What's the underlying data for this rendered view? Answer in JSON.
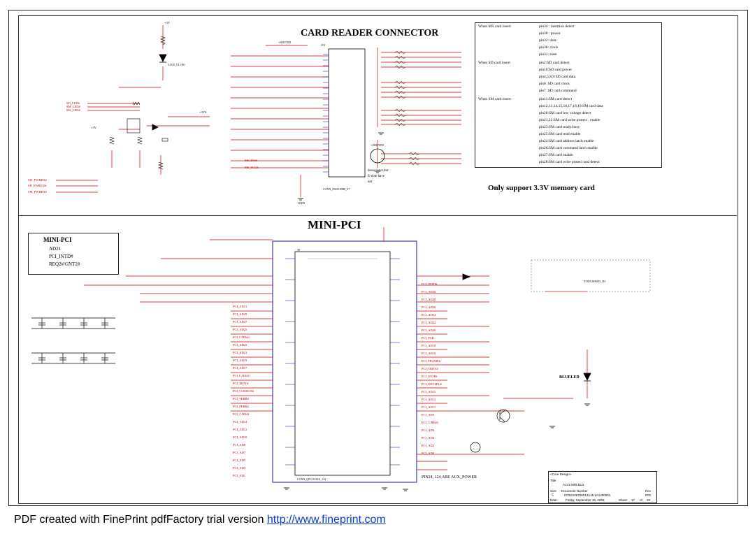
{
  "card_reader": {
    "title": "CARD READER CONNECTOR",
    "support_note": "Only support 3.3V memory card",
    "connector_ref": "J13",
    "connector_part": "CONN_PS61185B0_27",
    "fuse_note": [
      "dossa have,but",
      "E-note have",
      "not"
    ],
    "notes": [
      {
        "mode": "When MS card insert",
        "lines": [
          "pin34 : insertion detect",
          "pin30 : power",
          "pin32: data",
          "pin36: clock",
          "pin31: state"
        ]
      },
      {
        "mode": "When SD card insert",
        "lines": [
          "pin2:SD card detect",
          "pin10:SD card power",
          "pin4,5,8,9:SD card data",
          "pin6 :SD card clock",
          "pin7 :SD card command"
        ]
      },
      {
        "mode": "When SM card insert",
        "lines": [
          "pin11:SM card detect",
          "pin12,13,14,15,16,17,18,19:SM card data",
          "pin20:SM card low voltage detect",
          "pin21,22:SM card write protect , enable",
          "pin23:SM card ready/busy",
          "pin25:SM card read enable",
          "pin24:SM card address latch enable",
          "pin26:SM card command latch enable",
          "pin27:SM card enable",
          "pin28:SM card write protect seal detect"
        ]
      }
    ],
    "led_label": "LED_CL190",
    "power_labels": [
      "+3V",
      "+3VS",
      "+SDVDD",
      "+SMVDD",
      "GND"
    ],
    "signal_labels": [
      "MS_PWREN#",
      "SD_PWREN#",
      "SM_PWREN#",
      "SD_LED#",
      "SM_LED#",
      "MS_LED#",
      "MS_INS#",
      "MS_SCLK"
    ]
  },
  "mini_pci": {
    "title": "MINI-PCI",
    "box_title": "MINI-PCI",
    "box_lines": [
      "AD21",
      "PCI_INTD#",
      "REQ2#/GNT2#"
    ],
    "connector_ref": "J8",
    "connector_part": "CONN_QPCI1242A_124",
    "blue_led": "BLUELED",
    "aux_note": "PIN24, 124 ARE AUX_POWER",
    "touchpad": "TOUCHPAD_IO",
    "left_signals": [
      "PCI_AD31",
      "PCI_AD29",
      "PCI_AD27",
      "PCI_AD25",
      "PCI_C/BE#3",
      "PCI_AD23",
      "PCI_AD21",
      "PCI_AD19",
      "PCI_AD17",
      "PCI_C/BE#2",
      "PCI_IRDY#",
      "PCI_CLKRUN#",
      "PCI_SERR#",
      "PCI_PERR#",
      "PCI_C/BE#1",
      "PCI_AD14",
      "PCI_AD12",
      "PCI_AD10",
      "PCI_AD8",
      "PCI_AD7",
      "PCI_AD5",
      "PCI_AD3",
      "PCI_AD1"
    ],
    "right_signals": [
      "PCI_INTD#",
      "PCI_AD30",
      "PCI_AD28",
      "PCI_AD26",
      "PCI_AD24",
      "PCI_AD22",
      "PCI_AD20",
      "PCI_PAR",
      "PCI_AD18",
      "PCI_AD16",
      "PCI_FRAME#",
      "PCI_TRDY#",
      "PCI_STOP#",
      "PCI_DEVSEL#",
      "PCI_AD15",
      "PCI_AD13",
      "PCI_AD11",
      "PCI_AD9",
      "PCI_C/BE#0",
      "PCI_AD6",
      "PCI_AD4",
      "PCI_AD2",
      "PCI_AD0"
    ]
  },
  "title_block": {
    "title_label": "Title",
    "title": "A1V2 M/B BLD",
    "size_label": "Size",
    "size": "C",
    "doc_label": "Document Number",
    "doc": "PCB2106750013A11/1A1400001",
    "rev_label": "Rev",
    "rev": "R01",
    "date_label": "Date:",
    "date": "Friday, September 19, 2003",
    "sheet_label": "Sheet",
    "sheet": "17",
    "of_label": "of",
    "of": "32",
    "core_design": "<Core Design>"
  },
  "footer": {
    "text": "PDF created with FinePrint pdfFactory trial version ",
    "link": "http://www.fineprint.com"
  },
  "colors": {
    "ink": "#000000",
    "wire": "#c40000",
    "pin": "#0000c8",
    "box": "#1a1aa0",
    "link": "#0b3fc7"
  }
}
